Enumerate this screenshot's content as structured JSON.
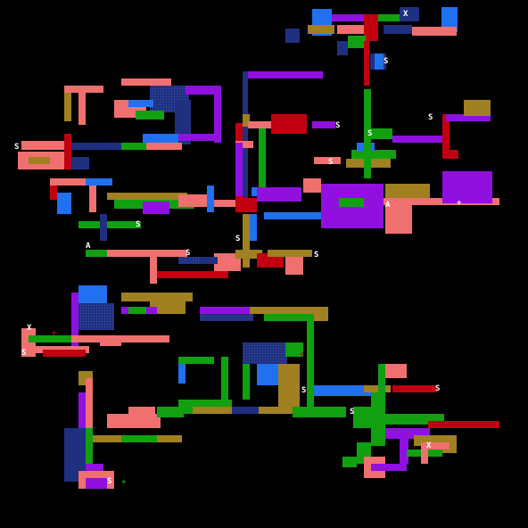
{
  "map": {
    "name": "dungeon-map",
    "background": "#000000",
    "palette": {
      "salmon": "#f07070",
      "green": "#10a010",
      "purple": "#9010e0",
      "olive": "#a08020",
      "blue": "#2070f0",
      "red": "#c00010",
      "navy": "#203080",
      "teal": "#109090",
      "white": "#ffffff"
    },
    "markers": {
      "s": "S",
      "a": "A",
      "x": "X",
      "plus": "+"
    }
  }
}
